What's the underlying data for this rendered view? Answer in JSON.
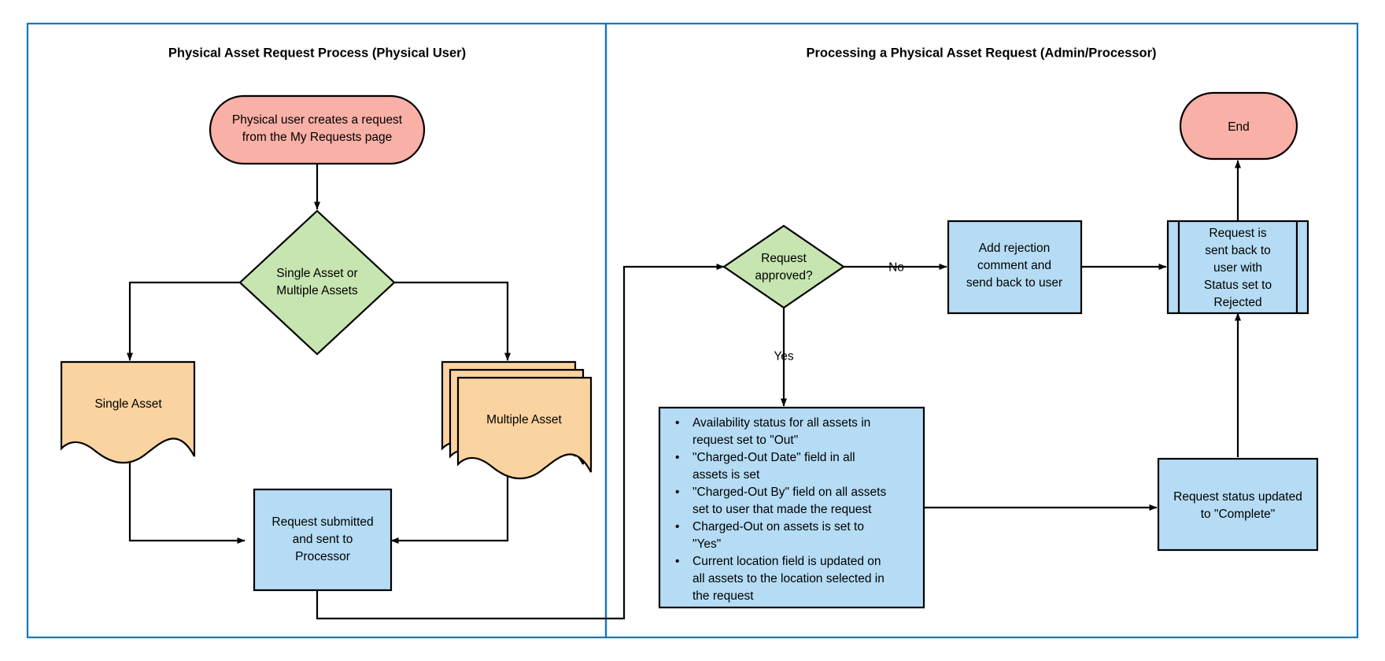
{
  "diagram": {
    "background_color": "#ffffff",
    "panel_border_color": "#1177bb",
    "line_color": "#000000",
    "colors": {
      "terminator_fill": "#f8b0a7",
      "decision_fill": "#c6e5b0",
      "document_fill": "#fbd3a0",
      "process_fill": "#b5dcf4"
    },
    "panels": [
      {
        "id": "left",
        "title": "Physical Asset Request Process (Physical User)"
      },
      {
        "id": "right",
        "title": "Processing a Physical Asset Request (Admin/Processor)"
      }
    ],
    "nodes": {
      "start": {
        "shape": "terminator",
        "lines": [
          "Physical user creates a request",
          "from the My Requests page"
        ]
      },
      "decision_single_multiple": {
        "shape": "decision",
        "lines": [
          "Single Asset or",
          "Multiple Assets"
        ]
      },
      "single_asset": {
        "shape": "document",
        "lines": [
          "Single Asset"
        ]
      },
      "multiple_asset": {
        "shape": "multi-document",
        "lines": [
          "Multiple Asset"
        ]
      },
      "request_submitted": {
        "shape": "process",
        "lines": [
          "Request submitted",
          "and sent to",
          "Processor"
        ]
      },
      "request_approved": {
        "shape": "decision",
        "lines": [
          "Request",
          "approved?"
        ]
      },
      "add_rejection_comment": {
        "shape": "process",
        "lines": [
          "Add rejection",
          "comment and",
          "send back to user"
        ]
      },
      "sent_back_rejected": {
        "shape": "predefined-process",
        "lines": [
          "Request is",
          "sent back to",
          "user with",
          "Status set to",
          "Rejected"
        ]
      },
      "end": {
        "shape": "terminator",
        "lines": [
          "End"
        ]
      },
      "approved_actions": {
        "shape": "process-bullets",
        "bullets": [
          [
            "Availability status for all assets in",
            "request set to \"Out\""
          ],
          [
            "\"Charged-Out Date\" field in all",
            "assets is set"
          ],
          [
            "\"Charged-Out By\" field on all assets",
            "set to user that made the request"
          ],
          [
            "Charged-Out on assets is set to",
            "\"Yes\""
          ],
          [
            "Current location field is updated on",
            "all assets to the location selected in",
            "the request"
          ]
        ]
      },
      "status_complete": {
        "shape": "process",
        "lines": [
          "Request status updated",
          "to \"Complete\""
        ]
      }
    },
    "edge_labels": {
      "no": "No",
      "yes": "Yes"
    }
  }
}
